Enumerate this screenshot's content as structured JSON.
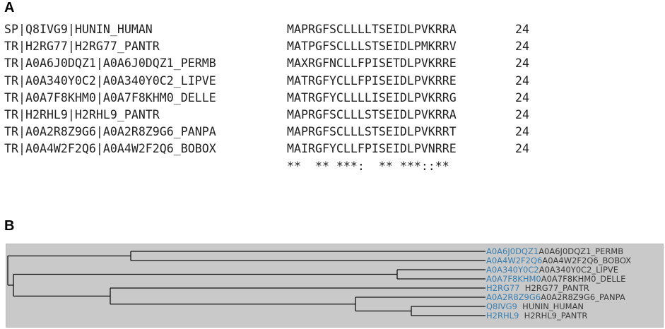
{
  "panel_a_label": "A",
  "panel_b_label": "B",
  "alignment": {
    "rows": [
      {
        "id": "SP|Q8IVG9|HUNIN_HUMAN",
        "seq": "MAPRGFSCLLLLTSEIDLPVKRRA",
        "num": "24"
      },
      {
        "id": "TR|H2RG77|H2RG77_PANTR",
        "seq": "MATPGFSCLLLSTSEIDLPMKRRV",
        "num": "24"
      },
      {
        "id": "TR|A0A6J0DQZ1|A0A6J0DQZ1_PERMB",
        "seq": "MAXRGFNCLLFPISETDLPVKRRE",
        "num": "24"
      },
      {
        "id": "TR|A0A340Y0C2|A0A340Y0C2_LIPVE",
        "seq": "MATRGFYCLLFPISEIDLPVKRRE",
        "num": "24"
      },
      {
        "id": "TR|A0A7F8KHM0|A0A7F8KHM0_DELLE",
        "seq": "MATRGFYCLLLLISEIDLPVKRRG",
        "num": "24"
      },
      {
        "id": "TR|H2RHL9|H2RHL9_PANTR",
        "seq": "MAPRGFSCLLLSTSEIDLPVKRRA",
        "num": "24"
      },
      {
        "id": "TR|A0A2R8Z9G6|A0A2R8Z9G6_PANPA",
        "seq": "MAPRGFSCLLLSTSEIDLPVKRRT",
        "num": "24"
      },
      {
        "id": "TR|A0A4W2F2Q6|A0A4W2F2Q6_BOBOX",
        "seq": "MAIRGFYCLLFPISEIDLPVNRRE",
        "num": "24"
      }
    ],
    "conservation": "**  ** ***:  ** ***::**"
  },
  "tree": {
    "leaves": [
      {
        "acc": "A0A6J0DQZ1",
        "name": "A0A6J0DQZ1_PERMB"
      },
      {
        "acc": "A0A4W2F2Q6",
        "name": "A0A4W2F2Q6_BOBOX"
      },
      {
        "acc": "A0A340Y0C2",
        "name": "A0A340Y0C2_LIPVE"
      },
      {
        "acc": "A0A7F8KHM0",
        "name": "A0A7F8KHM0_DELLE"
      },
      {
        "acc": "H2RG77",
        "name": "  H2RG77_PANTR"
      },
      {
        "acc": "A0A2R8Z9G6",
        "name": "A0A2R8Z9G6_PANPA"
      },
      {
        "acc": "Q8IVG9",
        "name": "  HUNIN_HUMAN"
      },
      {
        "acc": "H2RHL9",
        "name": "  H2RHL9_PANTR"
      }
    ]
  },
  "colors": {
    "tree_background": "#c9c9c9",
    "accession": "#3a7fb0",
    "branch": "#111111"
  }
}
